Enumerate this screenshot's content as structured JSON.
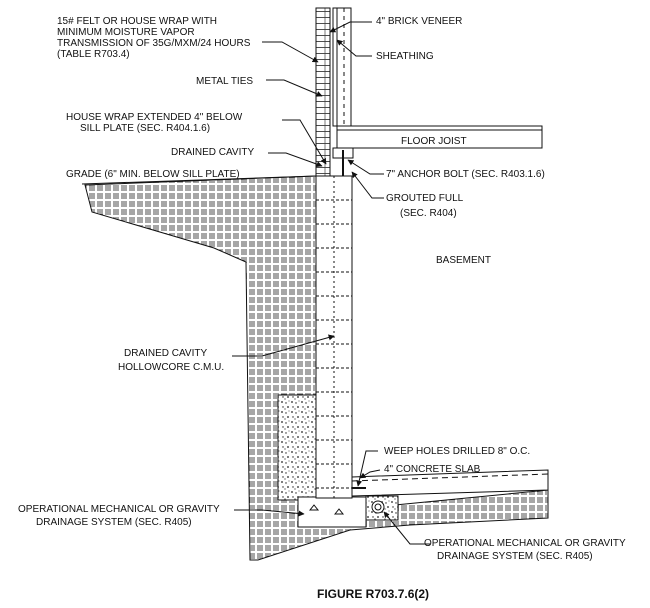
{
  "diagram": {
    "caption": "FIGURE R703.7.6(2)",
    "labels": {
      "felt_1": "15# FELT OR HOUSE WRAP WITH",
      "felt_2": "MINIMUM MOISTURE VAPOR",
      "felt_3": "TRANSMISSION OF 35G/MXM/24 HOURS",
      "felt_4": "(TABLE R703.4)",
      "brick": "4\" BRICK VENEER",
      "sheathing": "SHEATHING",
      "ties": "METAL TIES",
      "wrap_1": "HOUSE WRAP EXTENDED 4\" BELOW",
      "wrap_2": "SILL PLATE  (SEC. R404.1.6)",
      "floor_joist": "FLOOR JOIST",
      "drained_cavity_top": "DRAINED CAVITY",
      "grade": "GRADE (6\" MIN. BELOW SILL PLATE)",
      "anchor_bolt": "7\" ANCHOR BOLT (SEC. R403.1.6)",
      "grouted_1": "GROUTED FULL",
      "grouted_2": "(SEC. R404)",
      "basement": "BASEMENT",
      "cmu_1": "DRAINED CAVITY",
      "cmu_2": "HOLLOWCORE C.M.U.",
      "weep": "WEEP HOLES DRILLED 8\" O.C.",
      "slab": "4\" CONCRETE SLAB",
      "drain_left_1": "OPERATIONAL MECHANICAL OR GRAVITY",
      "drain_left_2": "DRAINAGE SYSTEM (SEC. R405)",
      "drain_right_1": "OPERATIONAL MECHANICAL OR GRAVITY",
      "drain_right_2": "DRAINAGE SYSTEM (SEC. R405)"
    }
  }
}
